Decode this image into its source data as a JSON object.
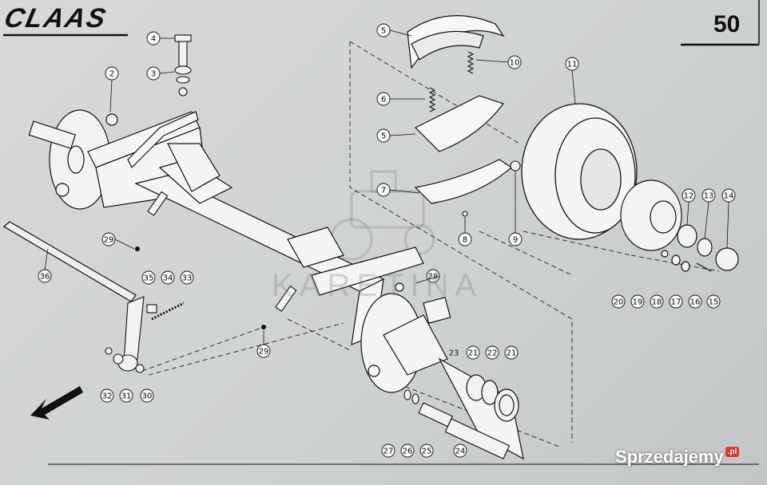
{
  "header": {
    "brand": "CLAAS",
    "page_number": "50"
  },
  "watermark": "KARETINA",
  "marketplace": {
    "name": "Sprzedajemy",
    "suffix": ".pl"
  },
  "callouts": [
    {
      "label": "2"
    },
    {
      "label": "3"
    },
    {
      "label": "4"
    },
    {
      "label": "5"
    },
    {
      "label": "5"
    },
    {
      "label": "6"
    },
    {
      "label": "7"
    },
    {
      "label": "8"
    },
    {
      "label": "9"
    },
    {
      "label": "10"
    },
    {
      "label": "11"
    },
    {
      "label": "12"
    },
    {
      "label": "13"
    },
    {
      "label": "14"
    },
    {
      "label": "15"
    },
    {
      "label": "16"
    },
    {
      "label": "17"
    },
    {
      "label": "18"
    },
    {
      "label": "19"
    },
    {
      "label": "20"
    },
    {
      "label": "21"
    },
    {
      "label": "21"
    },
    {
      "label": "22"
    },
    {
      "label": "23"
    },
    {
      "label": "24"
    },
    {
      "label": "25"
    },
    {
      "label": "26"
    },
    {
      "label": "27"
    },
    {
      "label": "28"
    },
    {
      "label": "29"
    },
    {
      "label": "29"
    },
    {
      "label": "30"
    },
    {
      "label": "31"
    },
    {
      "label": "32"
    },
    {
      "label": "33"
    },
    {
      "label": "34"
    },
    {
      "label": "35"
    },
    {
      "label": "36"
    }
  ]
}
